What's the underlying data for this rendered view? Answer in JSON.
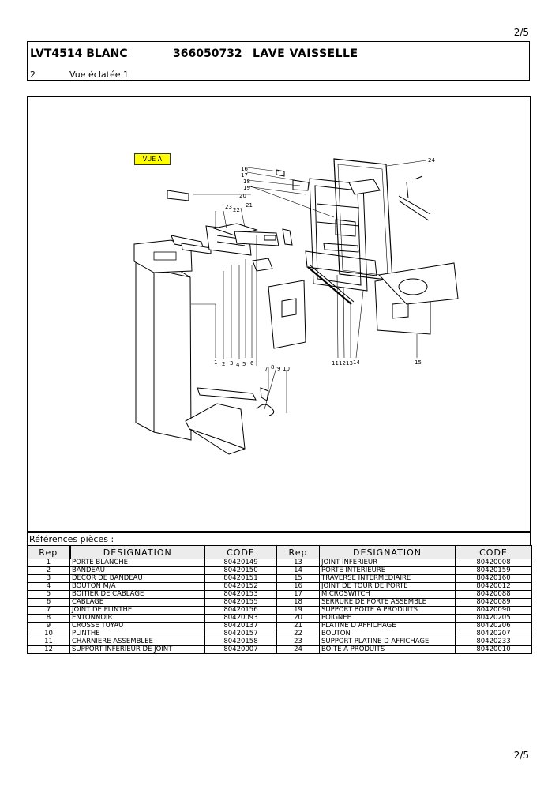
{
  "page": {
    "number_top": "2/5",
    "number_bottom": "2/5"
  },
  "header": {
    "reference": "LVT4514 BLANC",
    "product_code": "366050732",
    "title": "LAVE VAISSELLE",
    "section_number": "2",
    "section_title": "Vue éclatée 1"
  },
  "diagram": {
    "vue_label": "VUE A",
    "callouts": [
      "1",
      "2",
      "3",
      "4",
      "5",
      "6",
      "7",
      "8",
      "9",
      "10",
      "11",
      "12",
      "13",
      "14",
      "15",
      "16",
      "17",
      "18",
      "19",
      "20",
      "21",
      "22",
      "23",
      "24"
    ]
  },
  "references": {
    "label": "Références pièces  :",
    "columns": [
      "Rep",
      "DESIGNATION",
      "CODE",
      "Rep",
      "DESIGNATION",
      "CODE"
    ],
    "rows": [
      [
        "1",
        "PORTE BLANCHE",
        "80420149",
        "13",
        "JOINT INFERIEUR",
        "80420008"
      ],
      [
        "2",
        "BANDEAU",
        "80420150",
        "14",
        "PORTE INTERIEURE",
        "80420159"
      ],
      [
        "3",
        "DECOR DE BANDEAU",
        "80420151",
        "15",
        "TRAVERSE INTERMEDIAIRE",
        "80420160"
      ],
      [
        "4",
        "BOUTON M/A",
        "80420152",
        "16",
        "JOINT DE TOUR DE PORTE",
        "80420012"
      ],
      [
        "5",
        "BOITIER DE CABLAGE",
        "80420153",
        "17",
        "MICROSWITCH",
        "80420088"
      ],
      [
        "6",
        "CABLAGE",
        "80420155",
        "18",
        "SERRURE DE PORTE ASSEMBLE",
        "80420089"
      ],
      [
        "7",
        "JOINT DE PLINTHE",
        "80420156",
        "19",
        "SUPPORT BOITE A PRODUITS",
        "80420090"
      ],
      [
        "8",
        "ENTONNOIR",
        "80420093",
        "20",
        "POIGNEE",
        "80420205"
      ],
      [
        "9",
        "CROSSE TUYAU",
        "80420137",
        "21",
        "PLATINE D AFFICHAGE",
        "80420206"
      ],
      [
        "10",
        "PLINTHE",
        "80420157",
        "22",
        "BOUTON",
        "80420207"
      ],
      [
        "11",
        "CHARNIERE ASSEMBLEE",
        "80420158",
        "23",
        "SUPPORT PLATINE D AFFICHAGE",
        "80420233"
      ],
      [
        "12",
        "SUPPORT INFERIEUR DE JOINT",
        "80420007",
        "24",
        "BOITE A PRODUITS",
        "80420010"
      ]
    ]
  }
}
